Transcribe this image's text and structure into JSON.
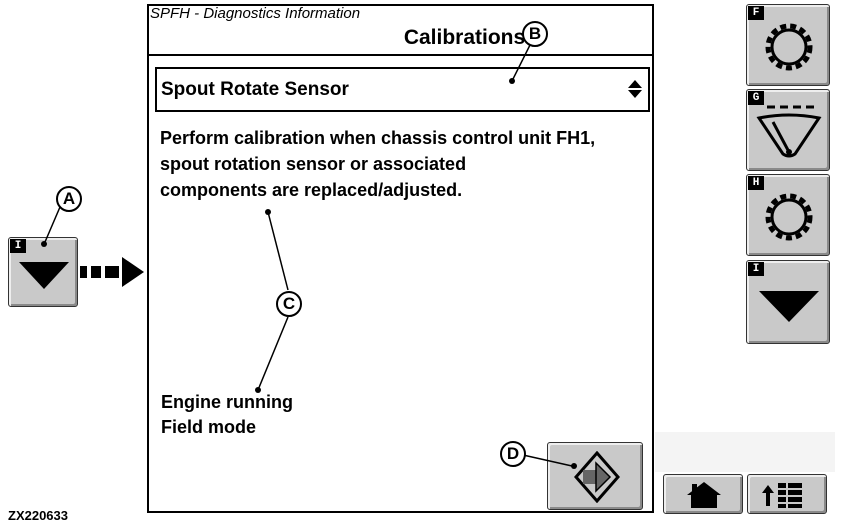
{
  "panel": {
    "subtitle": "SPFH - Diagnostics Information",
    "title": "Calibrations",
    "dropdown": {
      "selected": "Spout Rotate Sensor",
      "icon": "updown-arrows-icon"
    },
    "description": [
      "Perform calibration when chassis control unit FH1,",
      "spout rotation sensor or associated",
      "components are replaced/adjusted."
    ],
    "status": [
      "Engine running",
      "Field mode"
    ],
    "next_button": {
      "icon": "next-arrow-icon"
    }
  },
  "callouts": {
    "a": "A",
    "b": "B",
    "c": "C",
    "d": "D"
  },
  "left_key": {
    "tag": "I",
    "icon": "down-arrow-icon"
  },
  "softkeys": [
    {
      "tag": "F",
      "icon": "gear-icon"
    },
    {
      "tag": "G",
      "icon": "wiper-icon"
    },
    {
      "tag": "H",
      "icon": "gear-icon"
    },
    {
      "tag": "I",
      "icon": "down-arrow-icon"
    }
  ],
  "bottom_buttons": [
    {
      "icon": "home-icon"
    },
    {
      "icon": "menu-list-icon"
    }
  ],
  "figure_id": "ZX220633",
  "colors": {
    "button_gray": "#c9c9c9",
    "ink": "#000000",
    "background": "#ffffff"
  }
}
